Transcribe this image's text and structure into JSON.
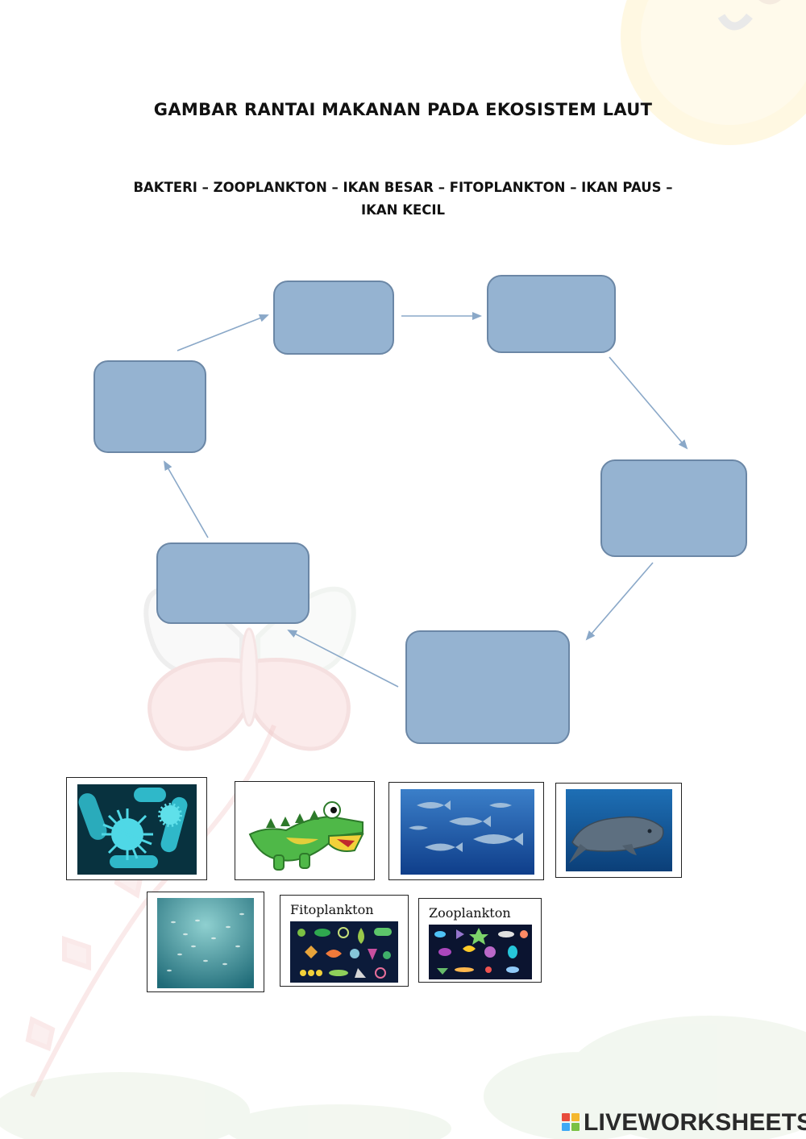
{
  "title": "GAMBAR RANTAI MAKANAN PADA EKOSISTEM LAUT",
  "word_bank": {
    "line1": "BAKTERI – ZOOPLANKTON – IKAN BESAR – FITOPLANKTON – IKAN PAUS –",
    "line2": "IKAN KECIL"
  },
  "cards": {
    "fitoplankton_label": "Fitoplankton",
    "zooplankton_label": "Zooplankton"
  },
  "brand": {
    "logo_text": "LIVEWORKSHEETS"
  },
  "colors": {
    "box_fill": "#95b3d1",
    "box_border": "#6b87a6",
    "arrow": "#8aa8c8"
  }
}
